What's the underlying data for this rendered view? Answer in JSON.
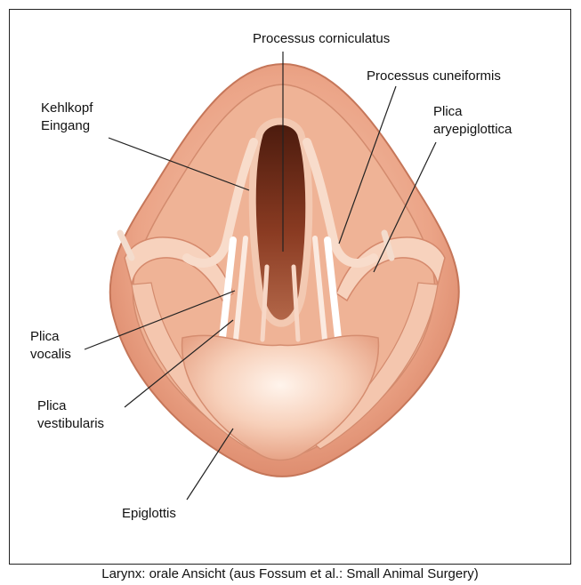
{
  "labels": {
    "processus_corniculatus": "Processus corniculatus",
    "processus_cuneiformis": "Processus cuneiformis",
    "kehlkopf_line1": "Kehlkopf",
    "kehlkopf_line2": "Eingang",
    "plica_ary_line1": "Plica",
    "plica_ary_line2": "aryepiglottica",
    "plica_vocalis_line1": "Plica",
    "plica_vocalis_line2": "vocalis",
    "plica_vest_line1": "Plica",
    "plica_vest_line2": "vestibularis",
    "epiglottis": "Epiglottis"
  },
  "caption": "Larynx: orale Ansicht (aus Fossum et al.: Small Animal Surgery)",
  "colors": {
    "tissue_outer": "#e9a98e",
    "tissue_mid": "#f3c3aa",
    "tissue_light": "#fbe3d2",
    "cavity": "#8a3b22",
    "cavity_deep": "#5e2414",
    "leader_line": "#222222"
  }
}
